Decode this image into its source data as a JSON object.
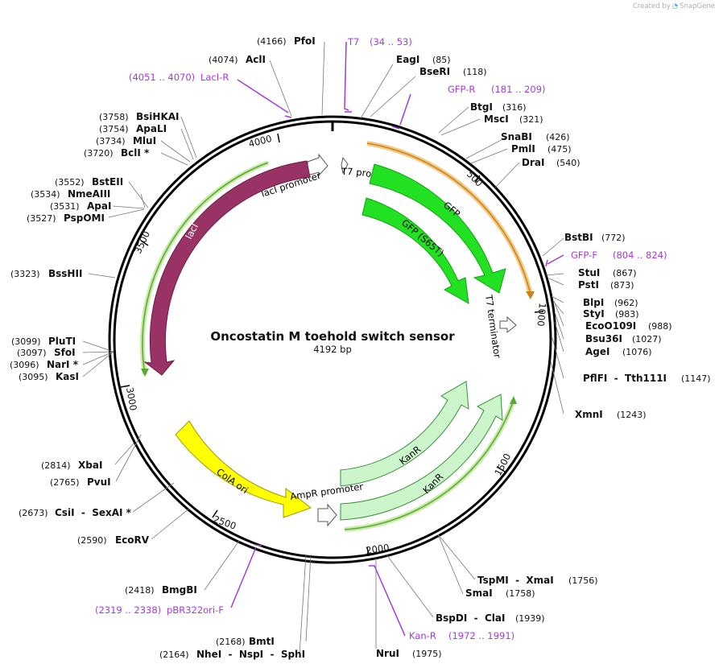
{
  "credit": {
    "text": "Created by",
    "brand": "SnapGene"
  },
  "plasmid": {
    "name": "Oncostatin M toehold switch sensor",
    "size": 4192,
    "size_label": "4192 bp"
  },
  "ticks": [
    "500",
    "1000",
    "1500",
    "2000",
    "2500",
    "3000",
    "3500",
    "4000"
  ],
  "sites": [
    {
      "name": "PfoI",
      "pos": "(4166)"
    },
    {
      "name": "EagI",
      "pos": "(85)"
    },
    {
      "name": "BseRI",
      "pos": "(118)"
    },
    {
      "name": "BtgI",
      "pos": "(316)"
    },
    {
      "name": "MscI",
      "pos": "(321)"
    },
    {
      "name": "SnaBI",
      "pos": "(426)"
    },
    {
      "name": "PmlI",
      "pos": "(475)"
    },
    {
      "name": "DraI",
      "pos": "(540)"
    },
    {
      "name": "BstBI",
      "pos": "(772)"
    },
    {
      "name": "StuI",
      "pos": "(867)"
    },
    {
      "name": "PstI",
      "pos": "(873)"
    },
    {
      "name": "BlpI",
      "pos": "(962)"
    },
    {
      "name": "StyI",
      "pos": "(983)"
    },
    {
      "name": "EcoO109I",
      "pos": "(988)"
    },
    {
      "name": "Bsu36I",
      "pos": "(1027)"
    },
    {
      "name": "AgeI",
      "pos": "(1076)"
    },
    {
      "name": "PflFI  -  Tth111I",
      "pos": "(1147)"
    },
    {
      "name": "XmnI",
      "pos": "(1243)"
    },
    {
      "name": "TspMI  -  XmaI",
      "pos": "(1756)"
    },
    {
      "name": "SmaI",
      "pos": "(1758)"
    },
    {
      "name": "BspDI  -  ClaI",
      "pos": "(1939)"
    },
    {
      "name": "NruI",
      "pos": "(1975)"
    },
    {
      "name": "BmtI",
      "pos": "(2168)"
    },
    {
      "name": "NheI  -  NspI  -  SphI",
      "pos": "(2164)"
    },
    {
      "name": "BmgBI",
      "pos": "(2418)"
    },
    {
      "name": "EcoRV",
      "pos": "(2590)"
    },
    {
      "name": "CsiI  -  SexAI *",
      "pos": "(2673)"
    },
    {
      "name": "PvuI",
      "pos": "(2765)"
    },
    {
      "name": "XbaI",
      "pos": "(2814)"
    },
    {
      "name": "KasI",
      "pos": "(3095)"
    },
    {
      "name": "NarI *",
      "pos": "(3096)"
    },
    {
      "name": "SfoI",
      "pos": "(3097)"
    },
    {
      "name": "PluTI",
      "pos": "(3099)"
    },
    {
      "name": "BssHII",
      "pos": "(3323)"
    },
    {
      "name": "PspOMI",
      "pos": "(3527)"
    },
    {
      "name": "ApaI",
      "pos": "(3531)"
    },
    {
      "name": "NmeAIII",
      "pos": "(3534)"
    },
    {
      "name": "BstEII",
      "pos": "(3552)"
    },
    {
      "name": "BclI *",
      "pos": "(3720)"
    },
    {
      "name": "MluI",
      "pos": "(3734)"
    },
    {
      "name": "ApaLI",
      "pos": "(3754)"
    },
    {
      "name": "BsiHKAI",
      "pos": "(3758)"
    },
    {
      "name": "AclI",
      "pos": "(4074)"
    }
  ],
  "primers": [
    {
      "name": "T7",
      "range": "(34 .. 53)"
    },
    {
      "name": "GFP-R",
      "range": "(181 .. 209)"
    },
    {
      "name": "GFP-F",
      "range": "(804 .. 824)"
    },
    {
      "name": "Kan-R",
      "range": "(1972 .. 1991)"
    },
    {
      "name": "pBR322ori-F",
      "range": "(2319 .. 2338)"
    },
    {
      "name": "LacI-R",
      "range": "(4051 .. 4070)"
    }
  ],
  "features": [
    {
      "name": "T7 promoter",
      "color": "#ffffff"
    },
    {
      "name": "GFP",
      "color": "#22e022"
    },
    {
      "name": "GFP (S65T)",
      "color": "#22e022"
    },
    {
      "name": "T7 terminator",
      "color": "#ffffff"
    },
    {
      "name": "KanR",
      "color": "#ccf5cc"
    },
    {
      "name": "KanR",
      "color": "#ccf5cc"
    },
    {
      "name": "AmpR promoter",
      "color": "#ffffff"
    },
    {
      "name": "ColA ori",
      "color": "#ffff00"
    },
    {
      "name": "lacI",
      "color": "#993366"
    },
    {
      "name": "lacI promoter",
      "color": "#ffffff"
    }
  ],
  "colors": {
    "primer": "#a23bd8",
    "orf_orange": "#e8a33c",
    "orf_green": "#8bd24a",
    "backbone": "#000000"
  }
}
